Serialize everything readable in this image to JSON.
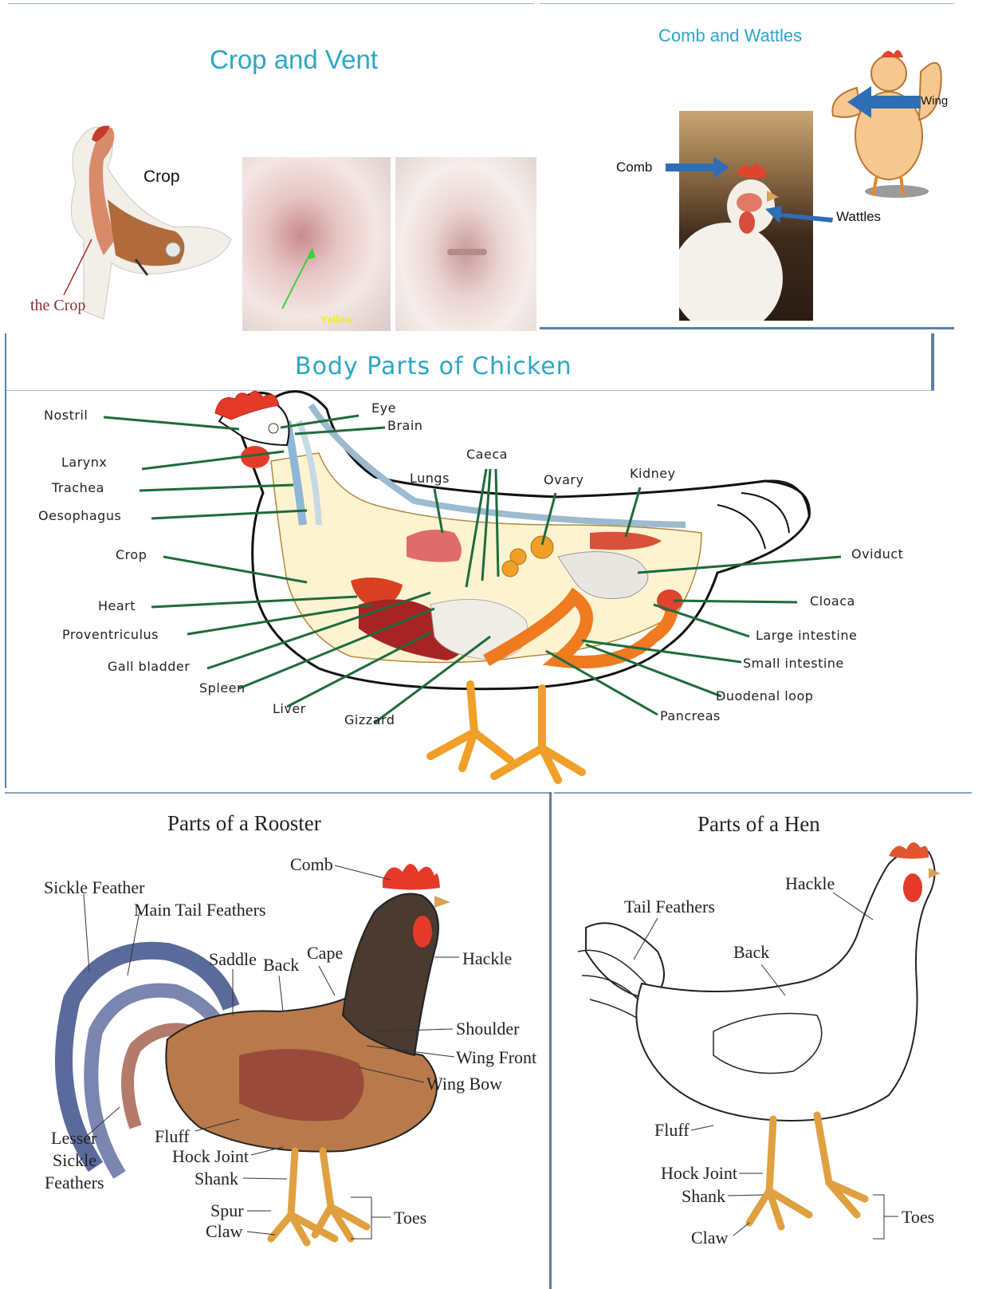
{
  "crop_vent": {
    "title": "Crop and Vent",
    "crop_label": "Crop",
    "the_crop_label": "the Crop",
    "yellow_label": "Yellow"
  },
  "comb_wattles": {
    "title": "Comb and Wattles",
    "comb_label": "Comb",
    "wattles_label": "Wattles",
    "wing_label": "Wing"
  },
  "body_parts": {
    "title": "Body Parts of Chicken",
    "labels": {
      "nostril": "Nostril",
      "eye": "Eye",
      "brain": "Brain",
      "larynx": "Larynx",
      "trachea": "Trachea",
      "oesophagus": "Oesophagus",
      "crop": "Crop",
      "heart": "Heart",
      "proventriculus": "Proventriculus",
      "gall_bladder": "Gall bladder",
      "spleen": "Spleen",
      "liver": "Liver",
      "gizzard": "Gizzard",
      "caeca": "Caeca",
      "lungs": "Lungs",
      "ovary": "Ovary",
      "kidney": "Kidney",
      "oviduct": "Oviduct",
      "cloaca": "Cloaca",
      "large_intestine": "Large intestine",
      "small_intestine": "Small intestine",
      "duodenal_loop": "Duodenal loop",
      "pancreas": "Pancreas"
    }
  },
  "rooster": {
    "title": "Parts of a Rooster",
    "labels": {
      "comb": "Comb",
      "sickle_feather": "Sickle Feather",
      "main_tail_feathers": "Main Tail Feathers",
      "saddle": "Saddle",
      "back": "Back",
      "cape": "Cape",
      "hackle": "Hackle",
      "shoulder": "Shoulder",
      "wing_front": "Wing Front",
      "wing_bow": "Wing Bow",
      "lesser_sickle_1": "Lesser",
      "lesser_sickle_2": "Sickle",
      "lesser_sickle_3": "Feathers",
      "fluff": "Fluff",
      "hock_joint": "Hock Joint",
      "shank": "Shank",
      "spur": "Spur",
      "claw": "Claw",
      "toes": "Toes"
    }
  },
  "hen": {
    "title": "Parts of a Hen",
    "labels": {
      "hackle": "Hackle",
      "tail_feathers": "Tail Feathers",
      "back": "Back",
      "fluff": "Fluff",
      "hock_joint": "Hock Joint",
      "shank": "Shank",
      "claw": "Claw",
      "toes": "Toes"
    }
  },
  "colors": {
    "title_blue": "#2ba6c6",
    "arrow_green": "#1e6b3c",
    "arrow_blue": "#2f6db5",
    "frame_blue": "#5b7fa6"
  }
}
